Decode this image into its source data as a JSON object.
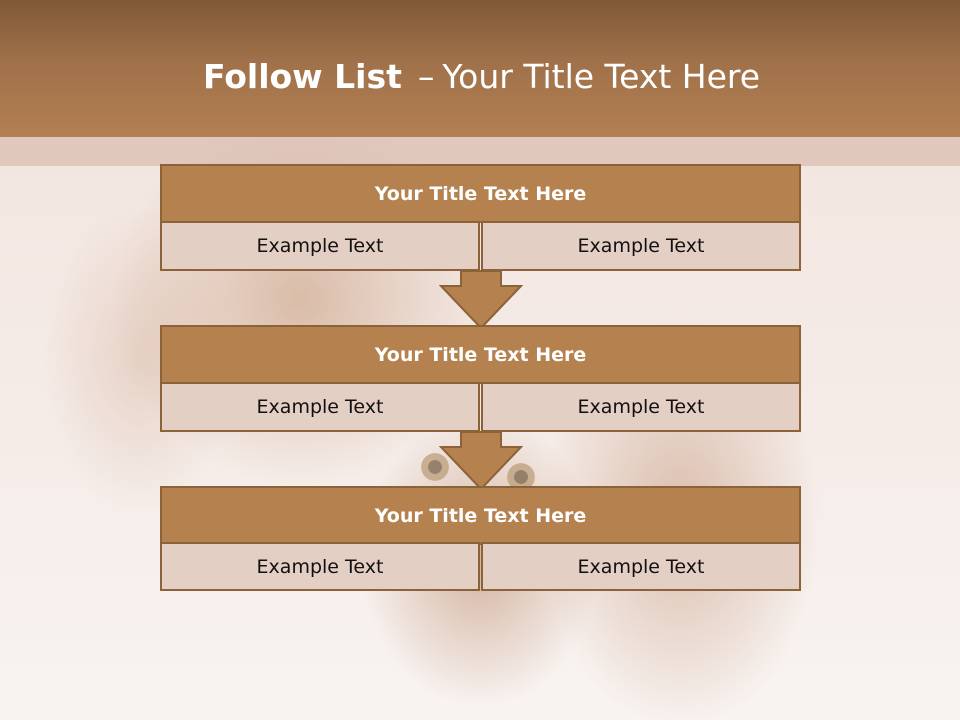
{
  "header": {
    "title_bold": "Follow List",
    "title_dash": "–",
    "title_rest": "Your Title Text Here"
  },
  "blocks": [
    {
      "title": "Your Title Text Here",
      "left_text": "Example Text",
      "right_text": "Example Text"
    },
    {
      "title": "Your Title Text Here",
      "left_text": "Example Text",
      "right_text": "Example Text"
    },
    {
      "title": "Your Title Text Here",
      "left_text": "Example Text",
      "right_text": "Example Text"
    }
  ],
  "colors": {
    "header_brown": "#a0714a",
    "block_title_fill": "#b5814f",
    "block_cell_fill": "#e3cfc3",
    "border_brown": "#8c6238"
  }
}
